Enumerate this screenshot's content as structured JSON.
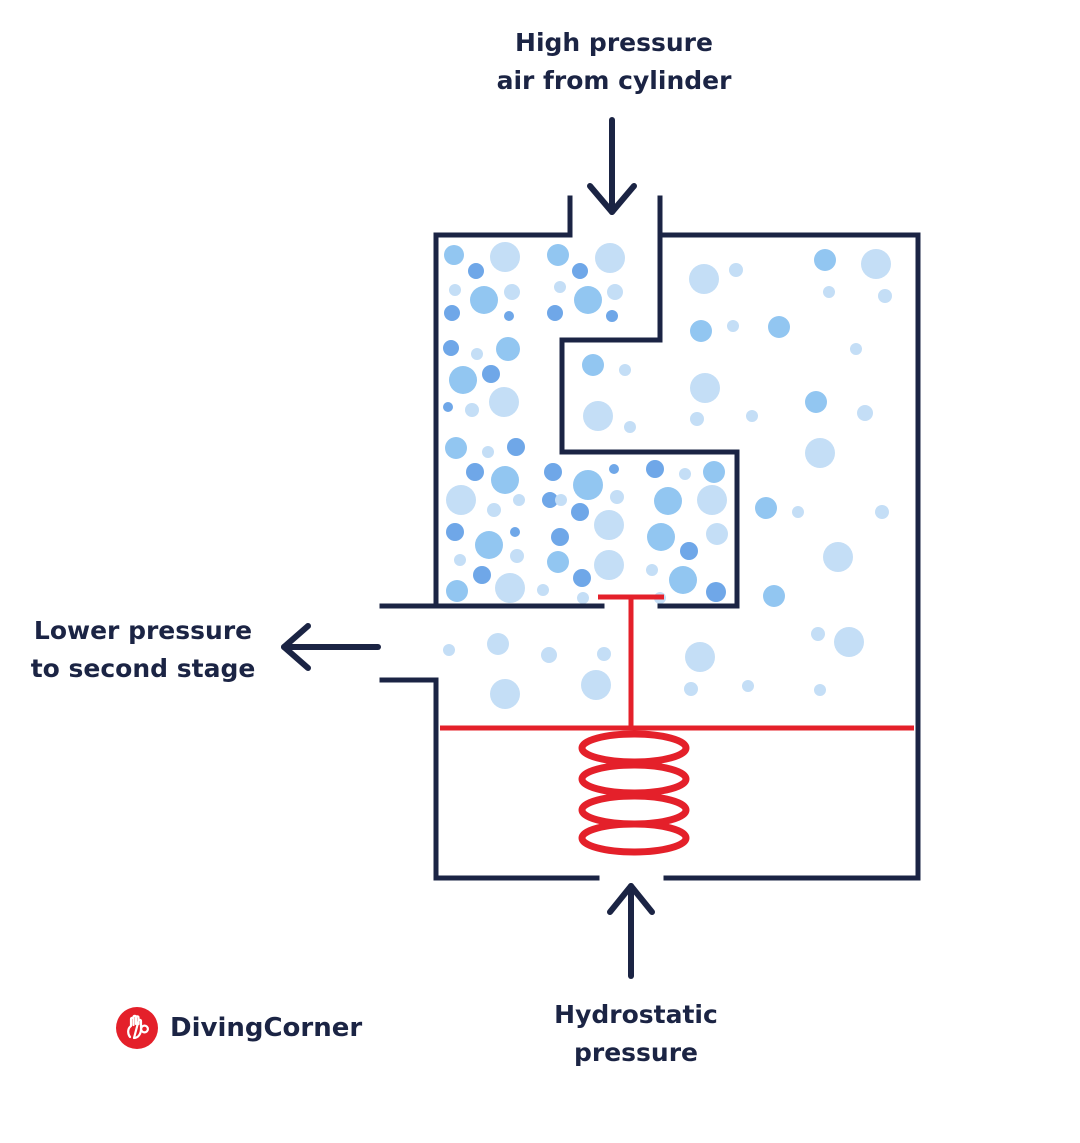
{
  "labels": {
    "top": [
      "High pressure",
      "air from cylinder"
    ],
    "left": [
      "Lower pressure",
      "to second stage"
    ],
    "bottom": [
      "Hydrostatic",
      "pressure"
    ]
  },
  "brand": {
    "name": "DivingCorner",
    "logo_icon": "hand-ok-icon"
  },
  "colors": {
    "outline": "#1b2444",
    "mechanism": "#e4202a",
    "bubble_light": "#c4def6",
    "bubble_mid": "#92c6f1",
    "bubble_dark": "#6fa7e8",
    "brand_red": "#e4202a"
  }
}
